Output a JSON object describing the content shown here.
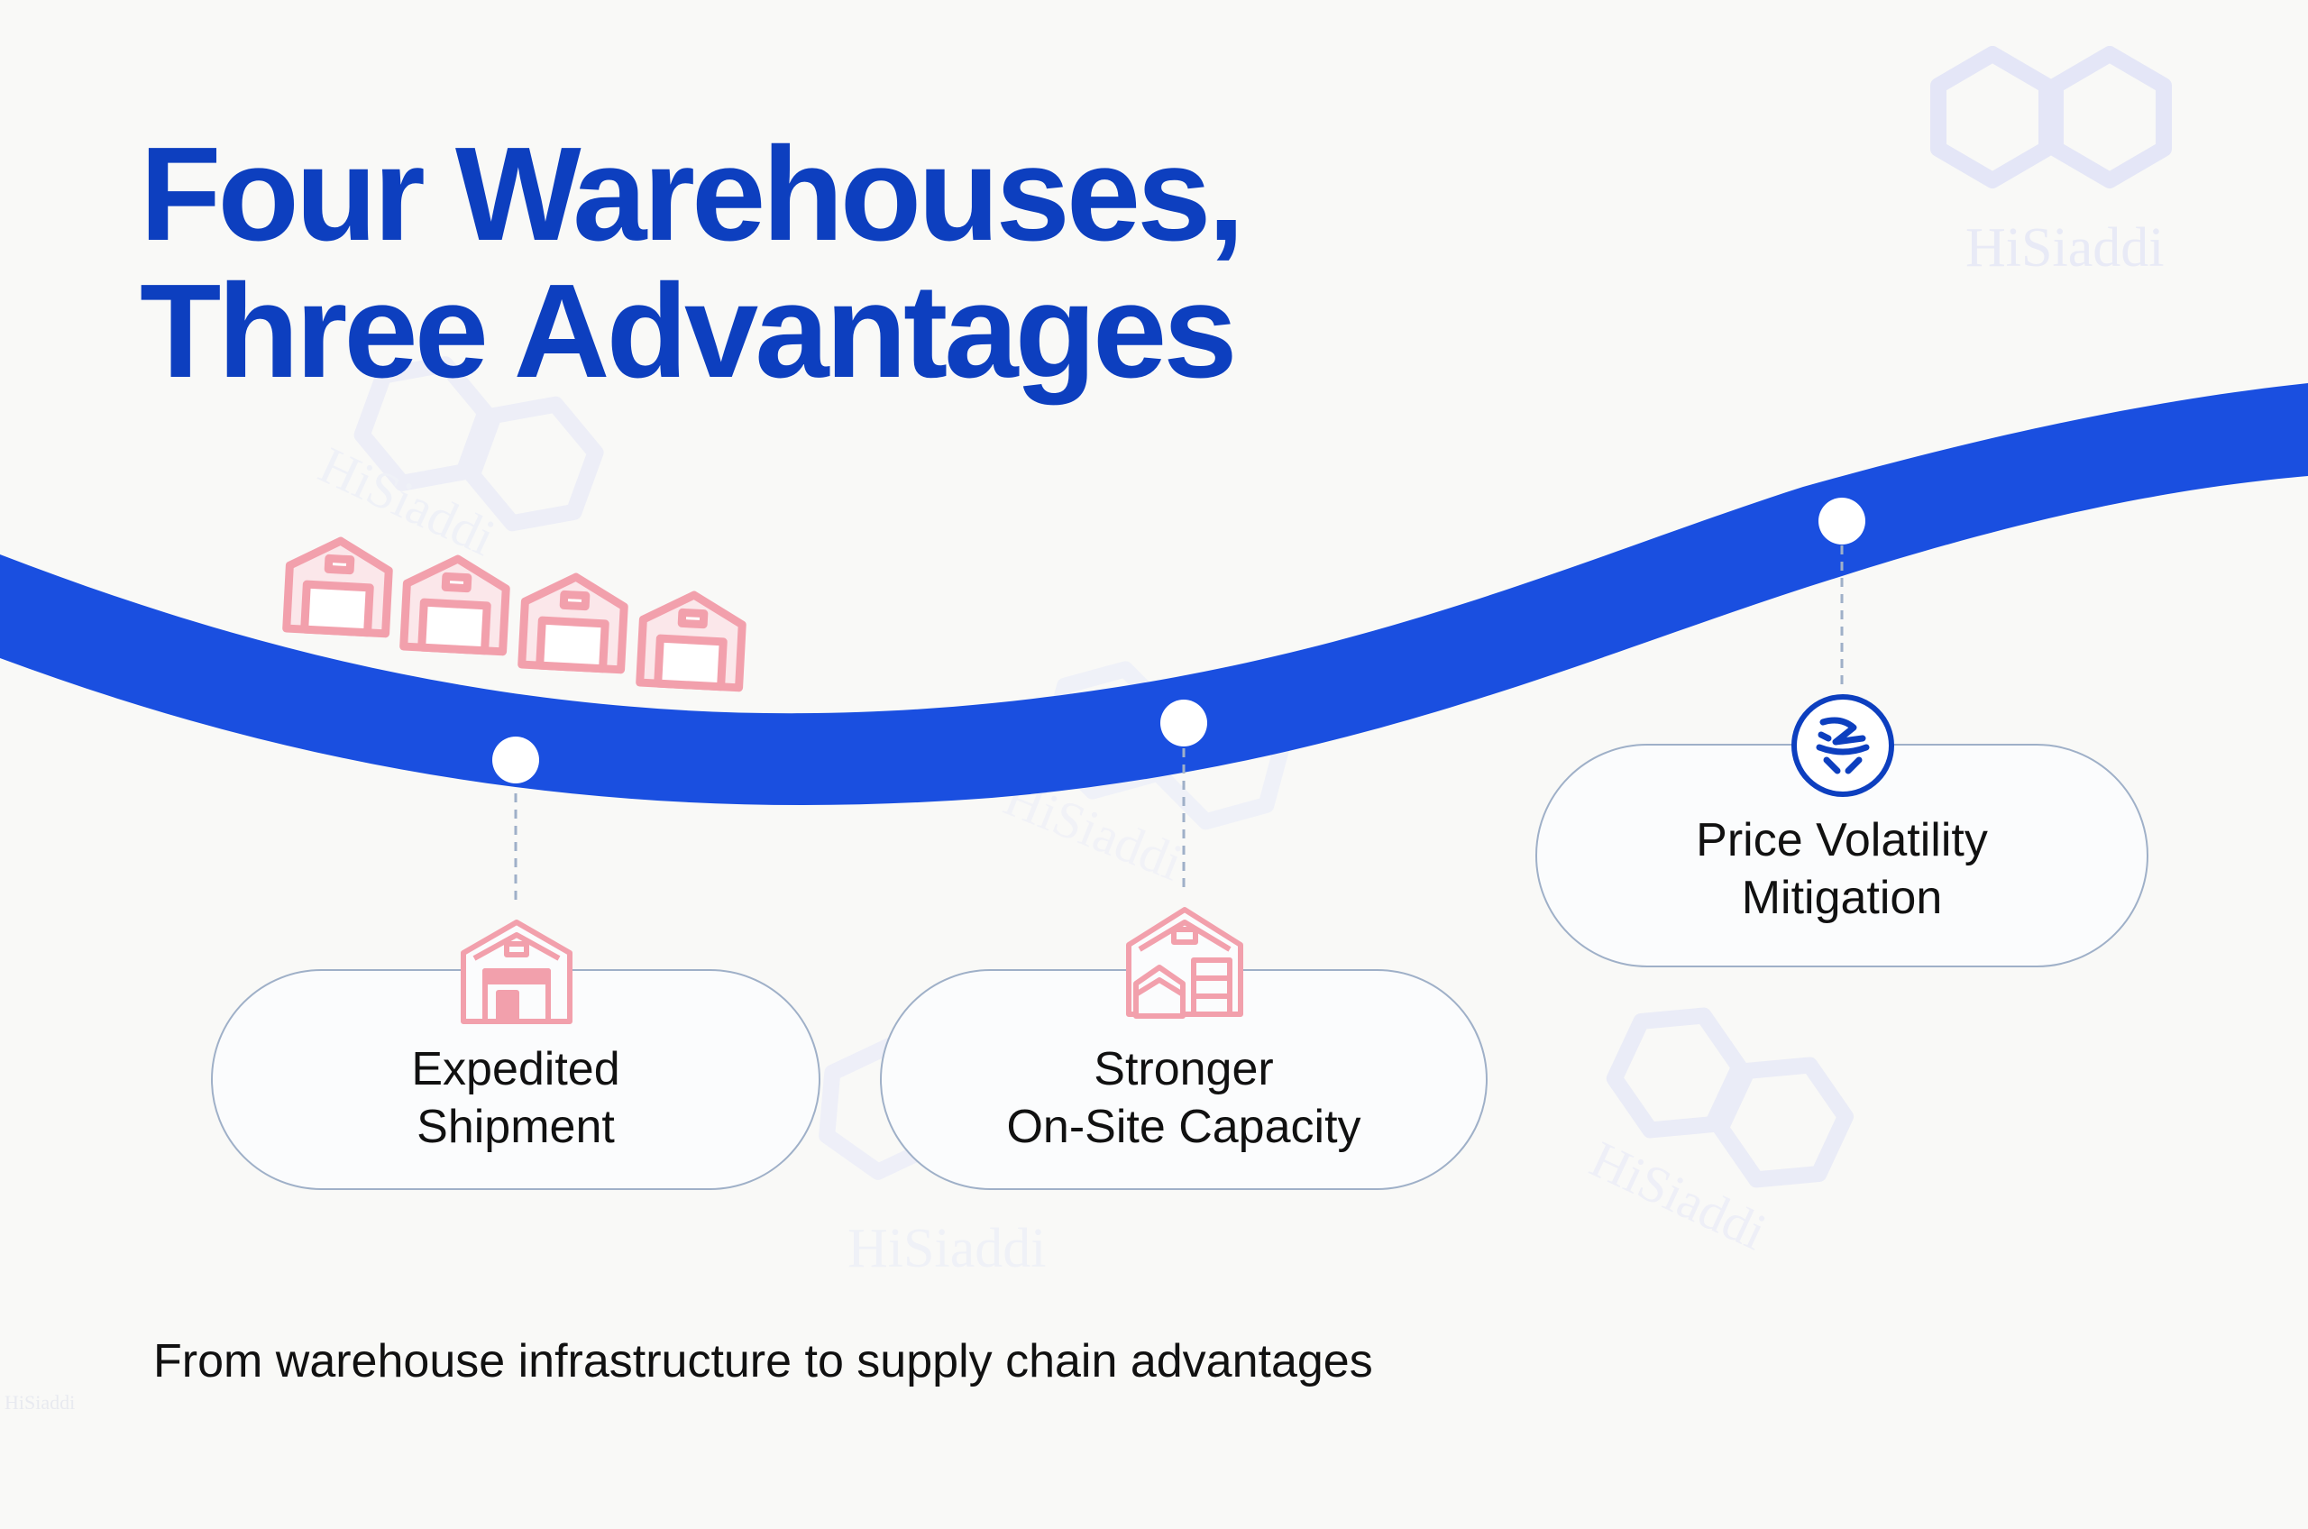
{
  "title": {
    "line1": "Four Warehouses,",
    "line2": "Three Advantages"
  },
  "advantages": [
    {
      "label": "Expedited\nShipment",
      "icon": "warehouse-icon"
    },
    {
      "label": "Stronger\nOn-Site Capacity",
      "icon": "warehouse-capacity-icon"
    },
    {
      "label": "Price Volatility\nMitigation",
      "icon": "price-stability-icon"
    }
  ],
  "warehouses": {
    "count": 4,
    "icon": "warehouse-icon"
  },
  "footer": "From warehouse infrastructure to supply chain advantages",
  "watermark": "HiSiaddi",
  "colors": {
    "title": "#0d3fbf",
    "ribbon": "#1a4fe0",
    "warehouse_icon": "#f2a0ac",
    "pill_border": "#9fb0c8",
    "text": "#111111",
    "watermark": "#e3e6f5"
  }
}
